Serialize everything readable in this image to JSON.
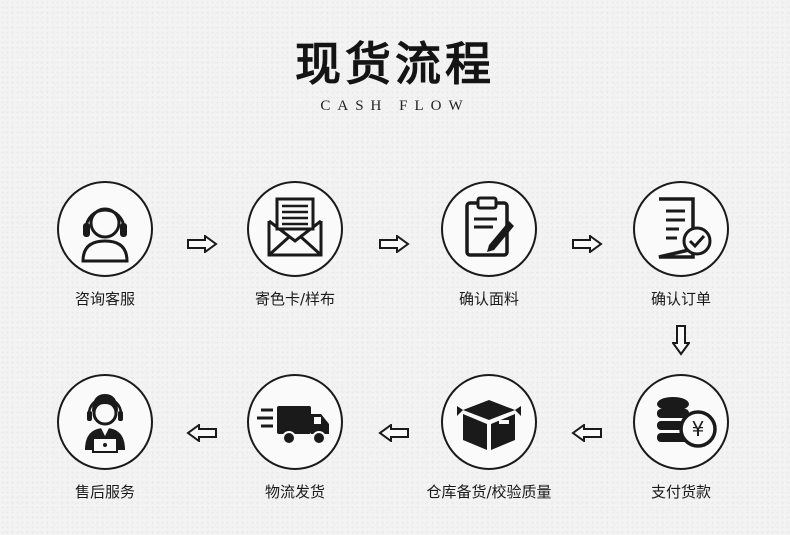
{
  "header": {
    "title": "现货流程",
    "subtitle": "CASH FLOW"
  },
  "steps": [
    {
      "label": "咨询客服",
      "icon": "customer-service-icon"
    },
    {
      "label": "寄色卡/样布",
      "icon": "envelope-icon"
    },
    {
      "label": "确认面料",
      "icon": "clipboard-pen-icon"
    },
    {
      "label": "确认订单",
      "icon": "document-check-icon"
    },
    {
      "label": "支付货款",
      "icon": "coins-yen-icon"
    },
    {
      "label": "仓库备货/校验质量",
      "icon": "box-icon"
    },
    {
      "label": "物流发货",
      "icon": "delivery-truck-icon"
    },
    {
      "label": "售后服务",
      "icon": "after-sales-agent-icon"
    }
  ],
  "coin_symbol": "¥"
}
